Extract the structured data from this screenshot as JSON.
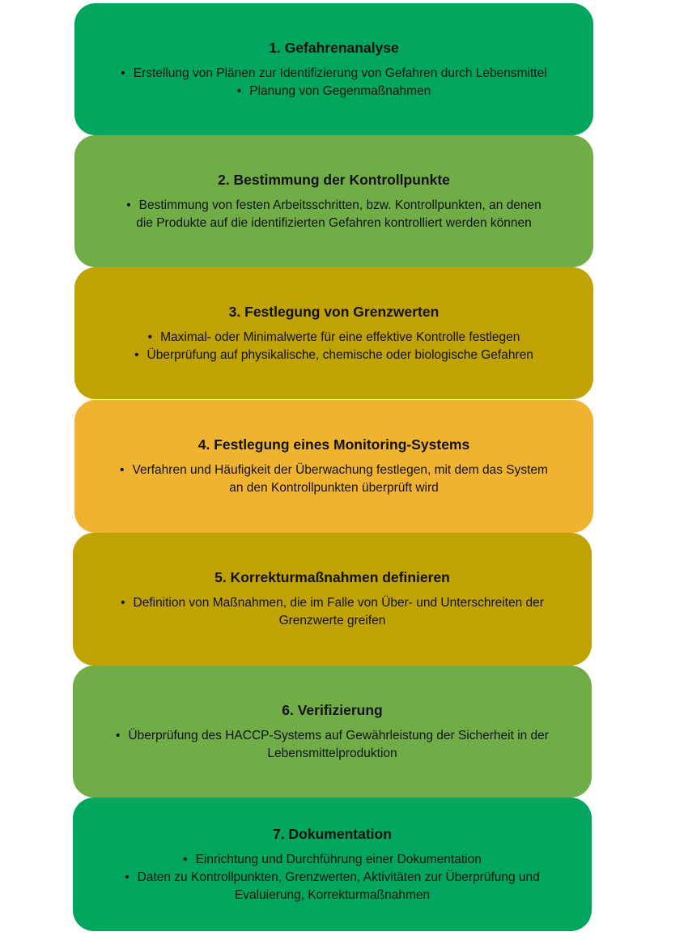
{
  "steps": [
    {
      "title": "1. Gefahrenanalyse",
      "color": "#00a65d",
      "bullets": [
        [
          "Erstellung von Plänen zur Identifizierung von Gefahren durch Lebensmittel"
        ],
        [
          "Planung von Gegenmaßnahmen"
        ]
      ]
    },
    {
      "title": "2. Bestimmung der Kontrollpunkte",
      "color": "#70ad47",
      "bullets": [
        [
          "Bestimmung von festen Arbeitsschritten, bzw. Kontrollpunkten, an denen",
          "die Produkte auf die identifizierten Gefahren kontrolliert werden können"
        ]
      ]
    },
    {
      "title": "3. Festlegung von Grenzwerten",
      "color": "#c0a200",
      "bullets": [
        [
          "Maximal- oder Minimalwerte für eine effektive Kontrolle festlegen"
        ],
        [
          "Überprüfung auf physikalische, chemische oder biologische Gefahren"
        ]
      ]
    },
    {
      "title": "4. Festlegung eines Monitoring-Systems",
      "color": "#f0b330",
      "bullets": [
        [
          "Verfahren und Häufigkeit der Überwachung festlegen, mit dem das System",
          "an den Kontrollpunkten überprüft wird"
        ]
      ]
    },
    {
      "title": "5. Korrekturmaßnahmen  definieren",
      "color": "#c0a200",
      "bullets": [
        [
          "Definition von Maßnahmen, die im Falle von Über- und Unterschreiten der",
          "Grenzwerte greifen"
        ]
      ]
    },
    {
      "title": "6. Verifizierung",
      "color": "#70ad47",
      "bullets": [
        [
          "Überprüfung des HACCP-Systems auf Gewährleistung der Sicherheit in der",
          "Lebensmittelproduktion"
        ]
      ]
    },
    {
      "title": "7. Dokumentation",
      "color": "#00a65d",
      "bullets": [
        [
          "Einrichtung und Durchführung einer Dokumentation"
        ],
        [
          "Daten zu Kontrollpunkten, Grenzwerten, Aktivitäten zur Überprüfung und",
          "Evaluierung, Korrekturmaßnahmen"
        ]
      ]
    }
  ]
}
